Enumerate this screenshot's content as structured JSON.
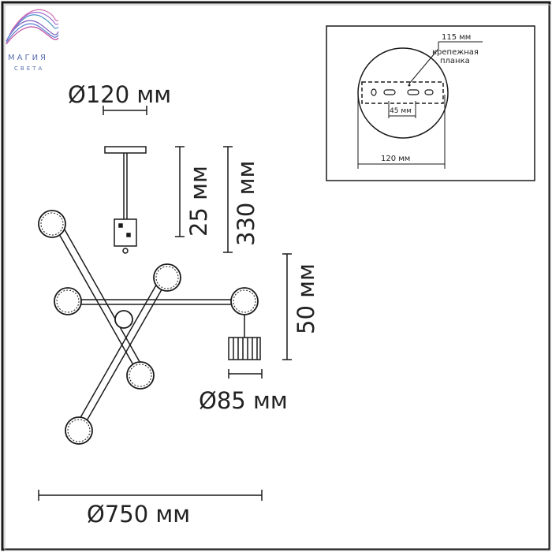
{
  "logo": {
    "title": "МАГИЯ",
    "subtitle": "СВЕТА"
  },
  "dimensions": {
    "canopy_diameter": "Ø120 мм",
    "stem_part": "25 мм",
    "overall_height": "330 мм",
    "shade_height": "50 мм",
    "shade_diameter": "Ø85 мм",
    "overall_diameter": "Ø750 мм"
  },
  "inset": {
    "plate_length": "115 мм",
    "plate_label_line1": "крепежная",
    "plate_label_line2": "планка",
    "hole_spacing": "45 мм",
    "canopy_width": "120 мм"
  },
  "colors": {
    "line": "#1a1a1a",
    "logo": "#5a6fb0",
    "shade_fill": "#ffffff"
  }
}
